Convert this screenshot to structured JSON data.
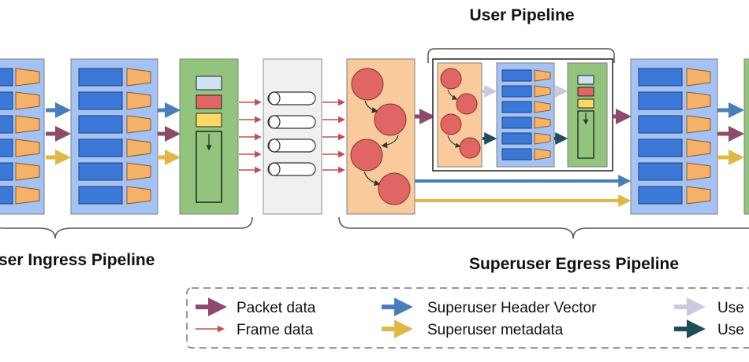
{
  "labels": {
    "user_pipeline": "User Pipeline",
    "ingress_pipeline": "ser Ingress Pipeline",
    "egress_pipeline": "Superuser Egress Pipeline"
  },
  "legend": {
    "packet_data": "Packet data",
    "frame_data": "Frame data",
    "superuser_header_vector": "Superuser Header Vector",
    "superuser_metadata": "Superuser metadata",
    "user_item_1": "Use",
    "user_item_2": "Use"
  },
  "colors": {
    "blue_panel": "#a4c2f4",
    "blue_cell": "#3c78d8",
    "orange_trap": "#f6b26b",
    "green_panel": "#93c47d",
    "peach_panel": "#f9cb9c",
    "node_red": "#e06666",
    "packet_arrow": "#8e4a6e",
    "frame_arrow": "#c0504d",
    "header_arrow": "#4a7ebb",
    "meta_arrow": "#e0b84a",
    "user_arrow_light": "#c9c9df",
    "user_arrow_dark": "#1f4e5a"
  }
}
